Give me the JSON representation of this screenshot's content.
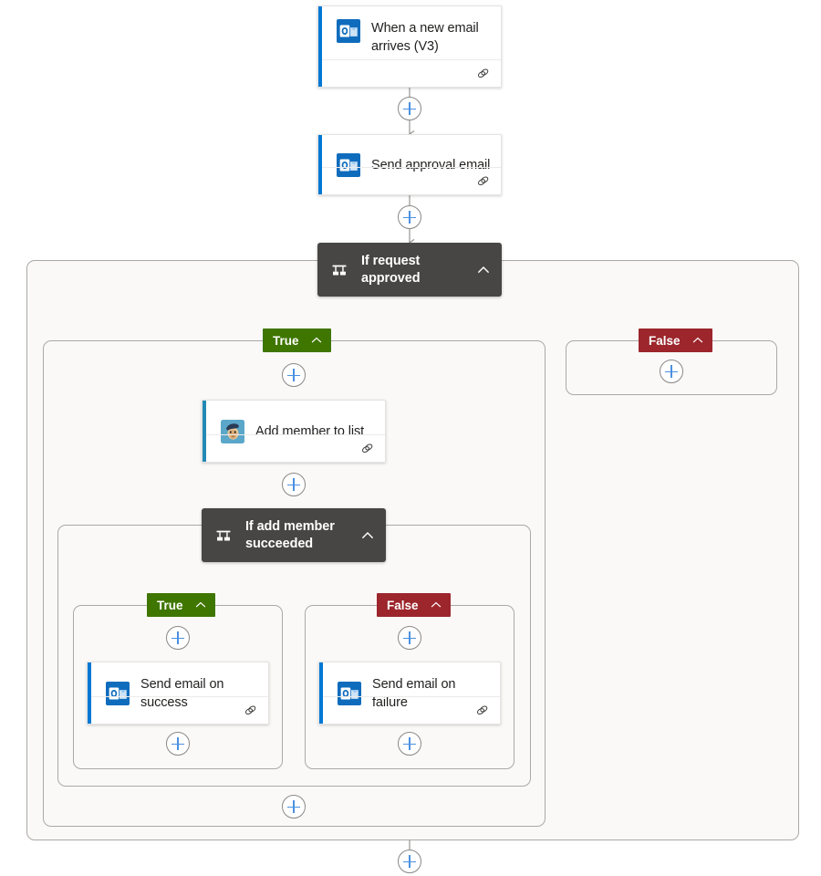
{
  "flow": {
    "canvas_background": "#ffffff",
    "scope_background": "#faf9f8",
    "accent_blue": "#0078d4",
    "accent_teal": "#2389b6",
    "true_color": "#3f7600",
    "false_color": "#9c262c",
    "condition_color": "#484644"
  },
  "nodes": {
    "trigger": {
      "title": "When a new email arrives (V3)",
      "icon": "outlook-icon",
      "footer_icon": "chain-link-icon",
      "accent": "#0078d4"
    },
    "send_approval": {
      "title": "Send approval email",
      "icon": "outlook-icon",
      "footer_icon": "chain-link-icon",
      "accent": "#0078d4"
    },
    "if_request_approved": {
      "title": "If request approved",
      "icon": "condition-icon",
      "chevron": "chevron-up-icon"
    },
    "add_member": {
      "title": "Add member to list",
      "icon": "mailchimp-icon",
      "footer_icon": "chain-link-icon",
      "accent": "#2389b6"
    },
    "if_add_member_succeeded": {
      "title": "If add member succeeded",
      "icon": "condition-icon",
      "chevron": "chevron-up-icon"
    },
    "send_success": {
      "title": "Send email on success",
      "icon": "outlook-icon",
      "footer_icon": "chain-link-icon",
      "accent": "#0078d4"
    },
    "send_failure": {
      "title": "Send email on failure",
      "icon": "outlook-icon",
      "footer_icon": "chain-link-icon",
      "accent": "#0078d4"
    }
  },
  "branches": {
    "outer_true": {
      "label": "True",
      "chevron": "chevron-up-icon"
    },
    "outer_false": {
      "label": "False",
      "chevron": "chevron-up-icon"
    },
    "inner_true": {
      "label": "True",
      "chevron": "chevron-up-icon"
    },
    "inner_false": {
      "label": "False",
      "chevron": "chevron-up-icon"
    }
  },
  "add_buttons": {
    "after_trigger": "add-step",
    "after_send_approval": "add-step",
    "outer_true_top": "add-step",
    "after_add_member": "add-step",
    "outer_false_body": "add-step",
    "inner_true_top": "add-step",
    "inner_true_bottom": "add-step",
    "inner_false_top": "add-step",
    "inner_false_bottom": "add-step",
    "outer_true_bottom": "add-step",
    "after_scope": "add-step"
  }
}
